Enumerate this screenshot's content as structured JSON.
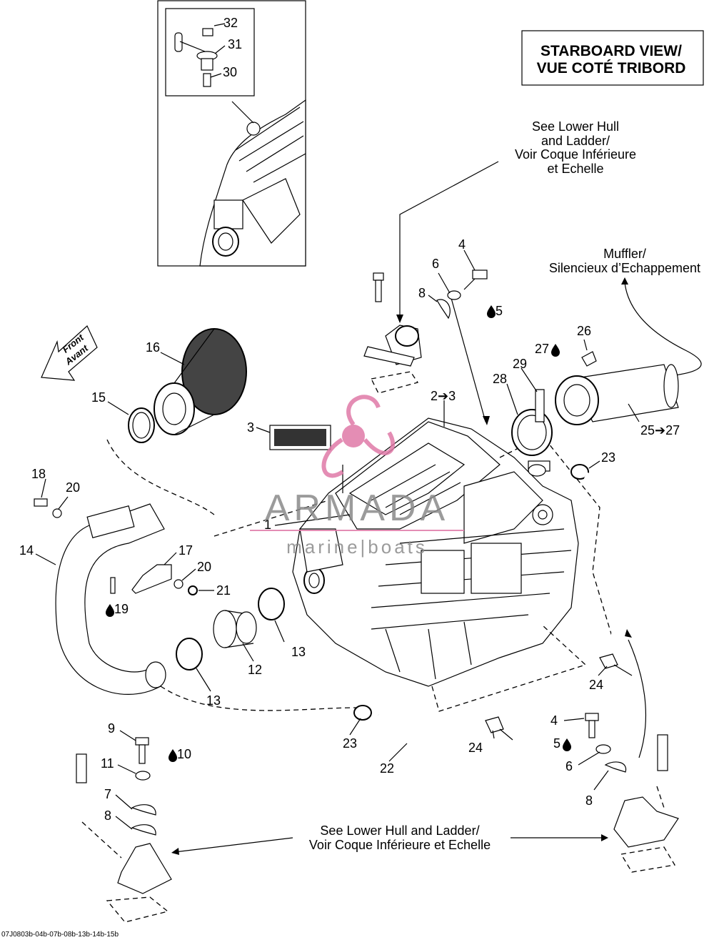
{
  "title": {
    "line1": "STARBOARD VIEW/",
    "line2": "VUE COTÉ TRIBORD"
  },
  "notes": {
    "lower_hull_top": [
      "See Lower Hull",
      "and Ladder/",
      "Voir Coque Inférieure",
      "et Echelle"
    ],
    "muffler": [
      "Muffler/",
      "Silencieux d’Echappement"
    ],
    "lower_hull_bottom": [
      "See Lower Hull and Ladder/",
      "Voir Coque Inférieure et Echelle"
    ]
  },
  "front_arrow": {
    "line1": "Front",
    "line2": "Avant"
  },
  "watermark": {
    "brand": "ARMADA",
    "sub": "marine|boats"
  },
  "footer_code": "07J0803b-04b-07b-08b-13b-14b-15b",
  "callouts": [
    {
      "id": "c32",
      "text": "32"
    },
    {
      "id": "c31",
      "text": "31"
    },
    {
      "id": "c30",
      "text": "30"
    },
    {
      "id": "c4a",
      "text": "4"
    },
    {
      "id": "c6a",
      "text": "6"
    },
    {
      "id": "c8a",
      "text": "8"
    },
    {
      "id": "c5a",
      "text": "5"
    },
    {
      "id": "c16",
      "text": "16"
    },
    {
      "id": "c15",
      "text": "15"
    },
    {
      "id": "c2",
      "text": "2➔3"
    },
    {
      "id": "c3",
      "text": "3"
    },
    {
      "id": "c26",
      "text": "26"
    },
    {
      "id": "c27",
      "text": "27"
    },
    {
      "id": "c29",
      "text": "29"
    },
    {
      "id": "c28",
      "text": "28"
    },
    {
      "id": "c25",
      "text": "25➔27"
    },
    {
      "id": "c23a",
      "text": "23"
    },
    {
      "id": "c18",
      "text": "18"
    },
    {
      "id": "c20a",
      "text": "20"
    },
    {
      "id": "c1",
      "text": "1"
    },
    {
      "id": "c14",
      "text": "14"
    },
    {
      "id": "c17",
      "text": "17"
    },
    {
      "id": "c20b",
      "text": "20"
    },
    {
      "id": "c21",
      "text": "21"
    },
    {
      "id": "c19",
      "text": "19"
    },
    {
      "id": "c13a",
      "text": "13"
    },
    {
      "id": "c12",
      "text": "12"
    },
    {
      "id": "c13b",
      "text": "13"
    },
    {
      "id": "c24a",
      "text": "24"
    },
    {
      "id": "c23b",
      "text": "23"
    },
    {
      "id": "c24b",
      "text": "24"
    },
    {
      "id": "c22",
      "text": "22"
    },
    {
      "id": "c9",
      "text": "9"
    },
    {
      "id": "c10",
      "text": "10"
    },
    {
      "id": "c11",
      "text": "11"
    },
    {
      "id": "c7",
      "text": "7"
    },
    {
      "id": "c8b",
      "text": "8"
    },
    {
      "id": "c4b",
      "text": "4"
    },
    {
      "id": "c5b",
      "text": "5"
    },
    {
      "id": "c6b",
      "text": "6"
    },
    {
      "id": "c8c",
      "text": "8"
    }
  ],
  "colors": {
    "ink": "#000000",
    "watermark_grey": "#8a8a8a",
    "watermark_pink": "#e07aa8"
  }
}
